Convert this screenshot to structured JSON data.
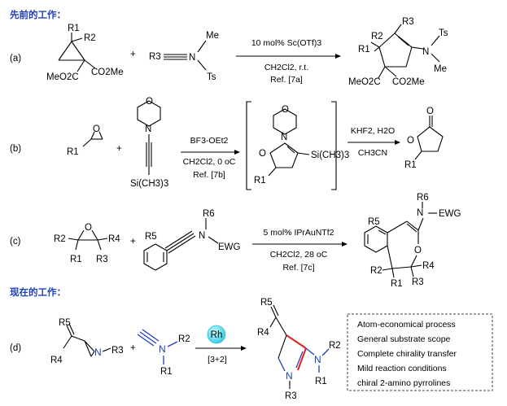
{
  "headings": {
    "previous": "先前的工作：",
    "current": "现在的工作："
  },
  "labels": {
    "a": "(a)",
    "b": "(b)",
    "c": "(c)",
    "d": "(d)"
  },
  "plus": "+",
  "row_a": {
    "conditions": [
      "10 mol% Sc(OTf)3",
      "CH2Cl2, r.t.",
      "Ref. [7a]"
    ],
    "reactant1": {
      "R1": "R1",
      "R2": "R2",
      "ester_left": "MeO2C",
      "ester_right": "CO2Me"
    },
    "reactant2": {
      "R3": "R3",
      "N": "N",
      "Me": "Me",
      "Ts": "Ts"
    },
    "product": {
      "R1": "R1",
      "R2": "R2",
      "R3": "R3",
      "N": "N",
      "Ts": "Ts",
      "Me": "Me",
      "ester_left": "MeO2C",
      "ester_right": "CO2Me"
    }
  },
  "row_b": {
    "conditions": [
      "BF3-OEt2",
      "CH2Cl2, 0 oC",
      "Ref. [7b]"
    ],
    "conditions2": [
      "KHF2, H2O",
      "CH3CN"
    ],
    "epoxide": {
      "R1": "R1",
      "O": "O"
    },
    "ynamine": {
      "O": "O",
      "N": "N",
      "Si": "Si(CH3)3"
    },
    "intermediate": {
      "O_ring": "O",
      "N": "N",
      "O": "O",
      "R1": "R1",
      "Si": "Si(CH3)3"
    },
    "product": {
      "O_carbonyl": "O",
      "O_ring": "O",
      "R1": "R1"
    }
  },
  "row_c": {
    "conditions": [
      "5 mol% IPrAuNTf2",
      "CH2Cl2, 28 oC",
      "Ref. [7c]"
    ],
    "epoxide": {
      "R1": "R1",
      "R2": "R2",
      "R3": "R3",
      "R4": "R4",
      "O": "O"
    },
    "ynamide": {
      "R5": "R5",
      "R6": "R6",
      "N": "N",
      "EWG": "EWG"
    },
    "product": {
      "R1": "R1",
      "R2": "R2",
      "R3": "R3",
      "R4": "R4",
      "R5": "R5",
      "R6": "R6",
      "N": "N",
      "EWG": "EWG",
      "O": "O"
    }
  },
  "row_d": {
    "catalyst": "Rh",
    "conditions": "[3+2]",
    "aziridine": {
      "R3": "R3",
      "R4": "R4",
      "R5": "R5",
      "N": "N"
    },
    "ynamine": {
      "R1": "R1",
      "R2": "R2",
      "N": "N"
    },
    "product": {
      "R1": "R1",
      "R2": "R2",
      "R3": "R3",
      "R4": "R4",
      "R5": "R5",
      "N_ring": "N",
      "N": "N"
    },
    "features": [
      "Atom-economical process",
      "General substrate scope",
      "Complete chirality transfer",
      "Mild reaction conditions",
      "chiral 2-amino pyrrolines"
    ]
  },
  "colors": {
    "heading": "#1f3fbf",
    "highlight_bond": "#e02020",
    "catalyst_fill": "#5fe0f0"
  }
}
